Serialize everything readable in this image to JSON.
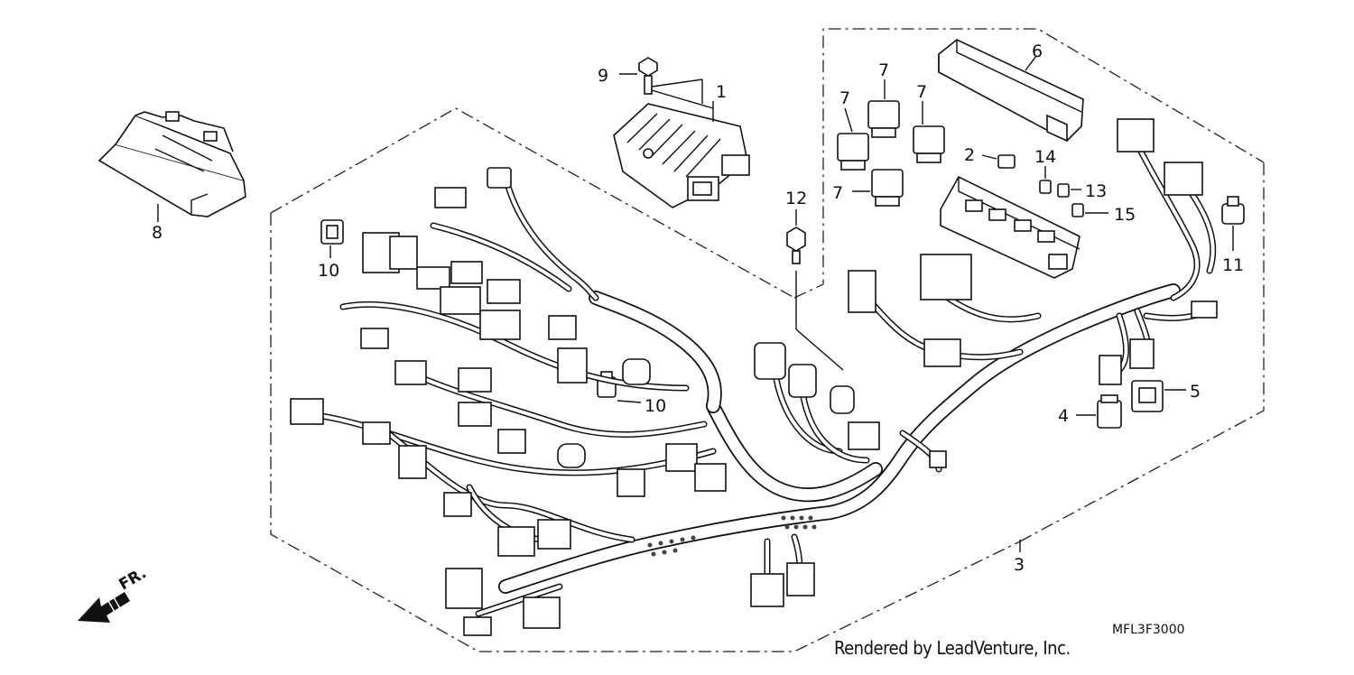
{
  "diagram": {
    "callouts": {
      "c1": "1",
      "c2": "2",
      "c3": "3",
      "c4": "4",
      "c5": "5",
      "c6": "6",
      "c7a": "7",
      "c7b": "7",
      "c7c": "7",
      "c7d": "7",
      "c8": "8",
      "c9": "9",
      "c10a": "10",
      "c10b": "10",
      "c11": "11",
      "c12": "12",
      "c13": "13",
      "c14": "14",
      "c15": "15"
    },
    "front_marker": "FR.",
    "drawing_code": "MFL3F3000",
    "credit": "Rendered by LeadVenture, Inc."
  }
}
